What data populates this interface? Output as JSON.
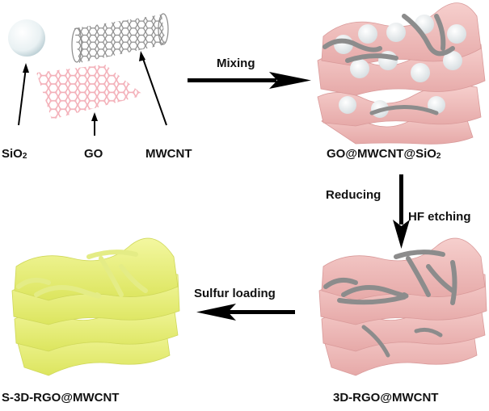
{
  "title": "Synthesis scheme of S-3D-RGO@MWCNT",
  "components": {
    "sio2": {
      "label_main": "SiO",
      "label_sub": "2"
    },
    "go": {
      "label": "GO"
    },
    "mwcnt": {
      "label": "MWCNT"
    }
  },
  "stages": {
    "stage2": {
      "label_main": "GO@MWCNT@SiO",
      "label_sub": "2"
    },
    "stage3": {
      "label": "3D-RGO@MWCNT"
    },
    "stage4": {
      "label": "S-3D-RGO@MWCNT"
    }
  },
  "steps": {
    "mixing": {
      "label": "Mixing"
    },
    "reducing": {
      "label": "Reducing"
    },
    "hf_etching": {
      "label": "HF etching"
    },
    "sulfur_loading": {
      "label": "Sulfur loading"
    }
  },
  "colors": {
    "graphene_pink": "#efb9b9",
    "graphene_pink_dark": "#d99a9a",
    "cnt_gray": "#8c8c8c",
    "sphere_white": "#f4f8f9",
    "sulfur_yellow": "#e9f07a",
    "sulfur_yellow_dark": "#cfd85a",
    "arrow_black": "#000000"
  }
}
